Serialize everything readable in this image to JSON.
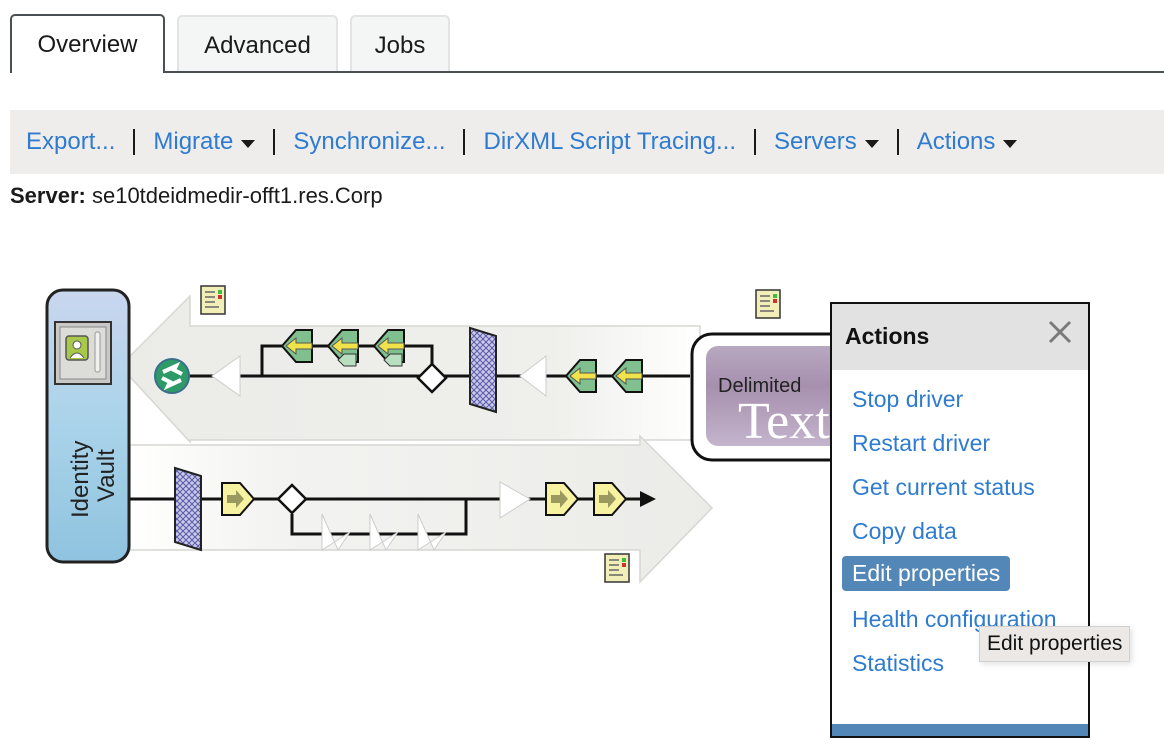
{
  "tabs": [
    {
      "label": "Overview",
      "active": true
    },
    {
      "label": "Advanced",
      "active": false
    },
    {
      "label": "Jobs",
      "active": false
    }
  ],
  "toolbar": {
    "items": [
      {
        "label": "Export...",
        "dropdown": false
      },
      {
        "label": "Migrate",
        "dropdown": true
      },
      {
        "label": "Synchronize...",
        "dropdown": false
      },
      {
        "label": "DirXML Script Tracing...",
        "dropdown": false
      },
      {
        "label": "Servers",
        "dropdown": true
      },
      {
        "label": "Actions",
        "dropdown": true
      }
    ]
  },
  "server": {
    "label": "Server:",
    "value": "se10tdeidmedir-offt1.res.Corp"
  },
  "diagram": {
    "identity_vault_label_line1": "Identity",
    "identity_vault_label_line2": "Vault",
    "application_label_small": "Delimited",
    "application_label_large": "Text"
  },
  "actions_popup": {
    "title": "Actions",
    "items": [
      {
        "label": "Stop driver",
        "hover": false
      },
      {
        "label": "Restart driver",
        "hover": false
      },
      {
        "label": "Get current status",
        "hover": false
      },
      {
        "label": "Copy data",
        "hover": false
      },
      {
        "label": "Edit properties",
        "hover": true
      },
      {
        "label": "Health configuration",
        "hover": false
      },
      {
        "label": "Statistics",
        "hover": false
      }
    ]
  },
  "tooltip": {
    "text": "Edit properties"
  },
  "colors": {
    "link": "#2e7bd0",
    "hover_bg": "#5387b8",
    "toolbar_bg": "#eeedec",
    "popup_header_bg": "#e2e2e2"
  }
}
